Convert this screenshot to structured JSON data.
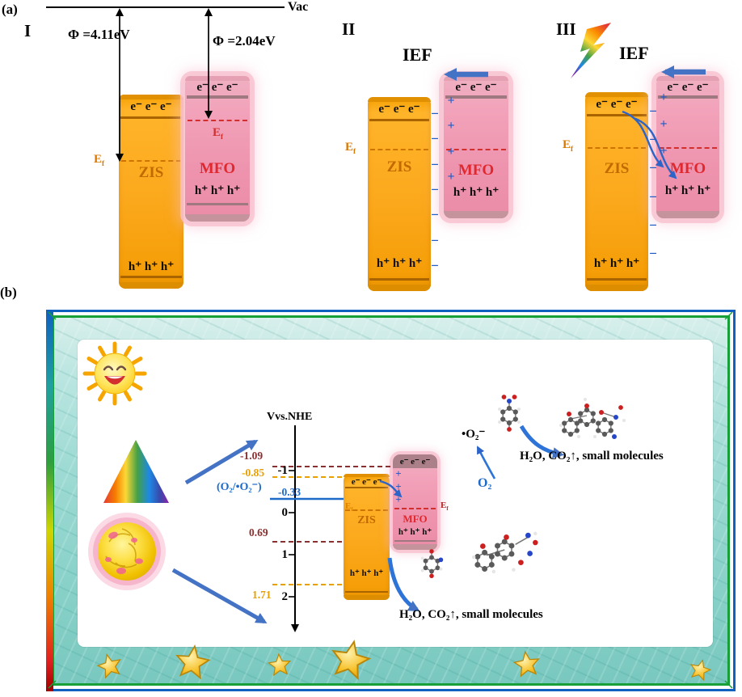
{
  "figure": {
    "panel_a_tag": "(a)",
    "panel_b_tag": "(b)"
  },
  "common": {
    "electrons": "e⁻ e⁻ e⁻",
    "holes": "h⁺ h⁺ h⁺",
    "ef_base": "E",
    "ef_sub": "f",
    "zis_label": "ZIS",
    "mfo_label": "MFO",
    "ief_label": "IEF",
    "plus_sign": "+",
    "minus_sign": "−"
  },
  "panel_a": {
    "vacuum_label": "Vac",
    "stage_1": "I",
    "stage_2": "II",
    "stage_3": "III",
    "work_function_zis": "Φ =4.11eV",
    "work_function_mfo": "Φ =2.04eV"
  },
  "panel_b": {
    "axis_title": "Vvs.NHE",
    "tick_minus1": "-1",
    "tick_0": "0",
    "tick_1": "1",
    "tick_2": "2",
    "level_mfo_cb": "-1.09",
    "level_zis_cb": "-0.85",
    "redox_couple": "(O₂/•O₂⁻)",
    "redox_value": "-0.33",
    "level_mfo_vb": "0.69",
    "level_zis_vb": "1.71",
    "oxygen": "O₂",
    "superoxide": "•O₂⁻",
    "products_top": "H₂O, CO₂↑, small molecules",
    "products_bottom": "H₂O, CO₂↑, small molecules"
  },
  "colors": {
    "zis_orange": "#FBA81C",
    "mfo_pink": "#EE93AE",
    "ief_blue": "#4472C4",
    "charge_blue": "#1E5BC6",
    "mfo_red": "#E0282E",
    "level_orange": "#E8A000",
    "level_maroon": "#8B3030",
    "couple_blue": "#1E6AC8"
  }
}
